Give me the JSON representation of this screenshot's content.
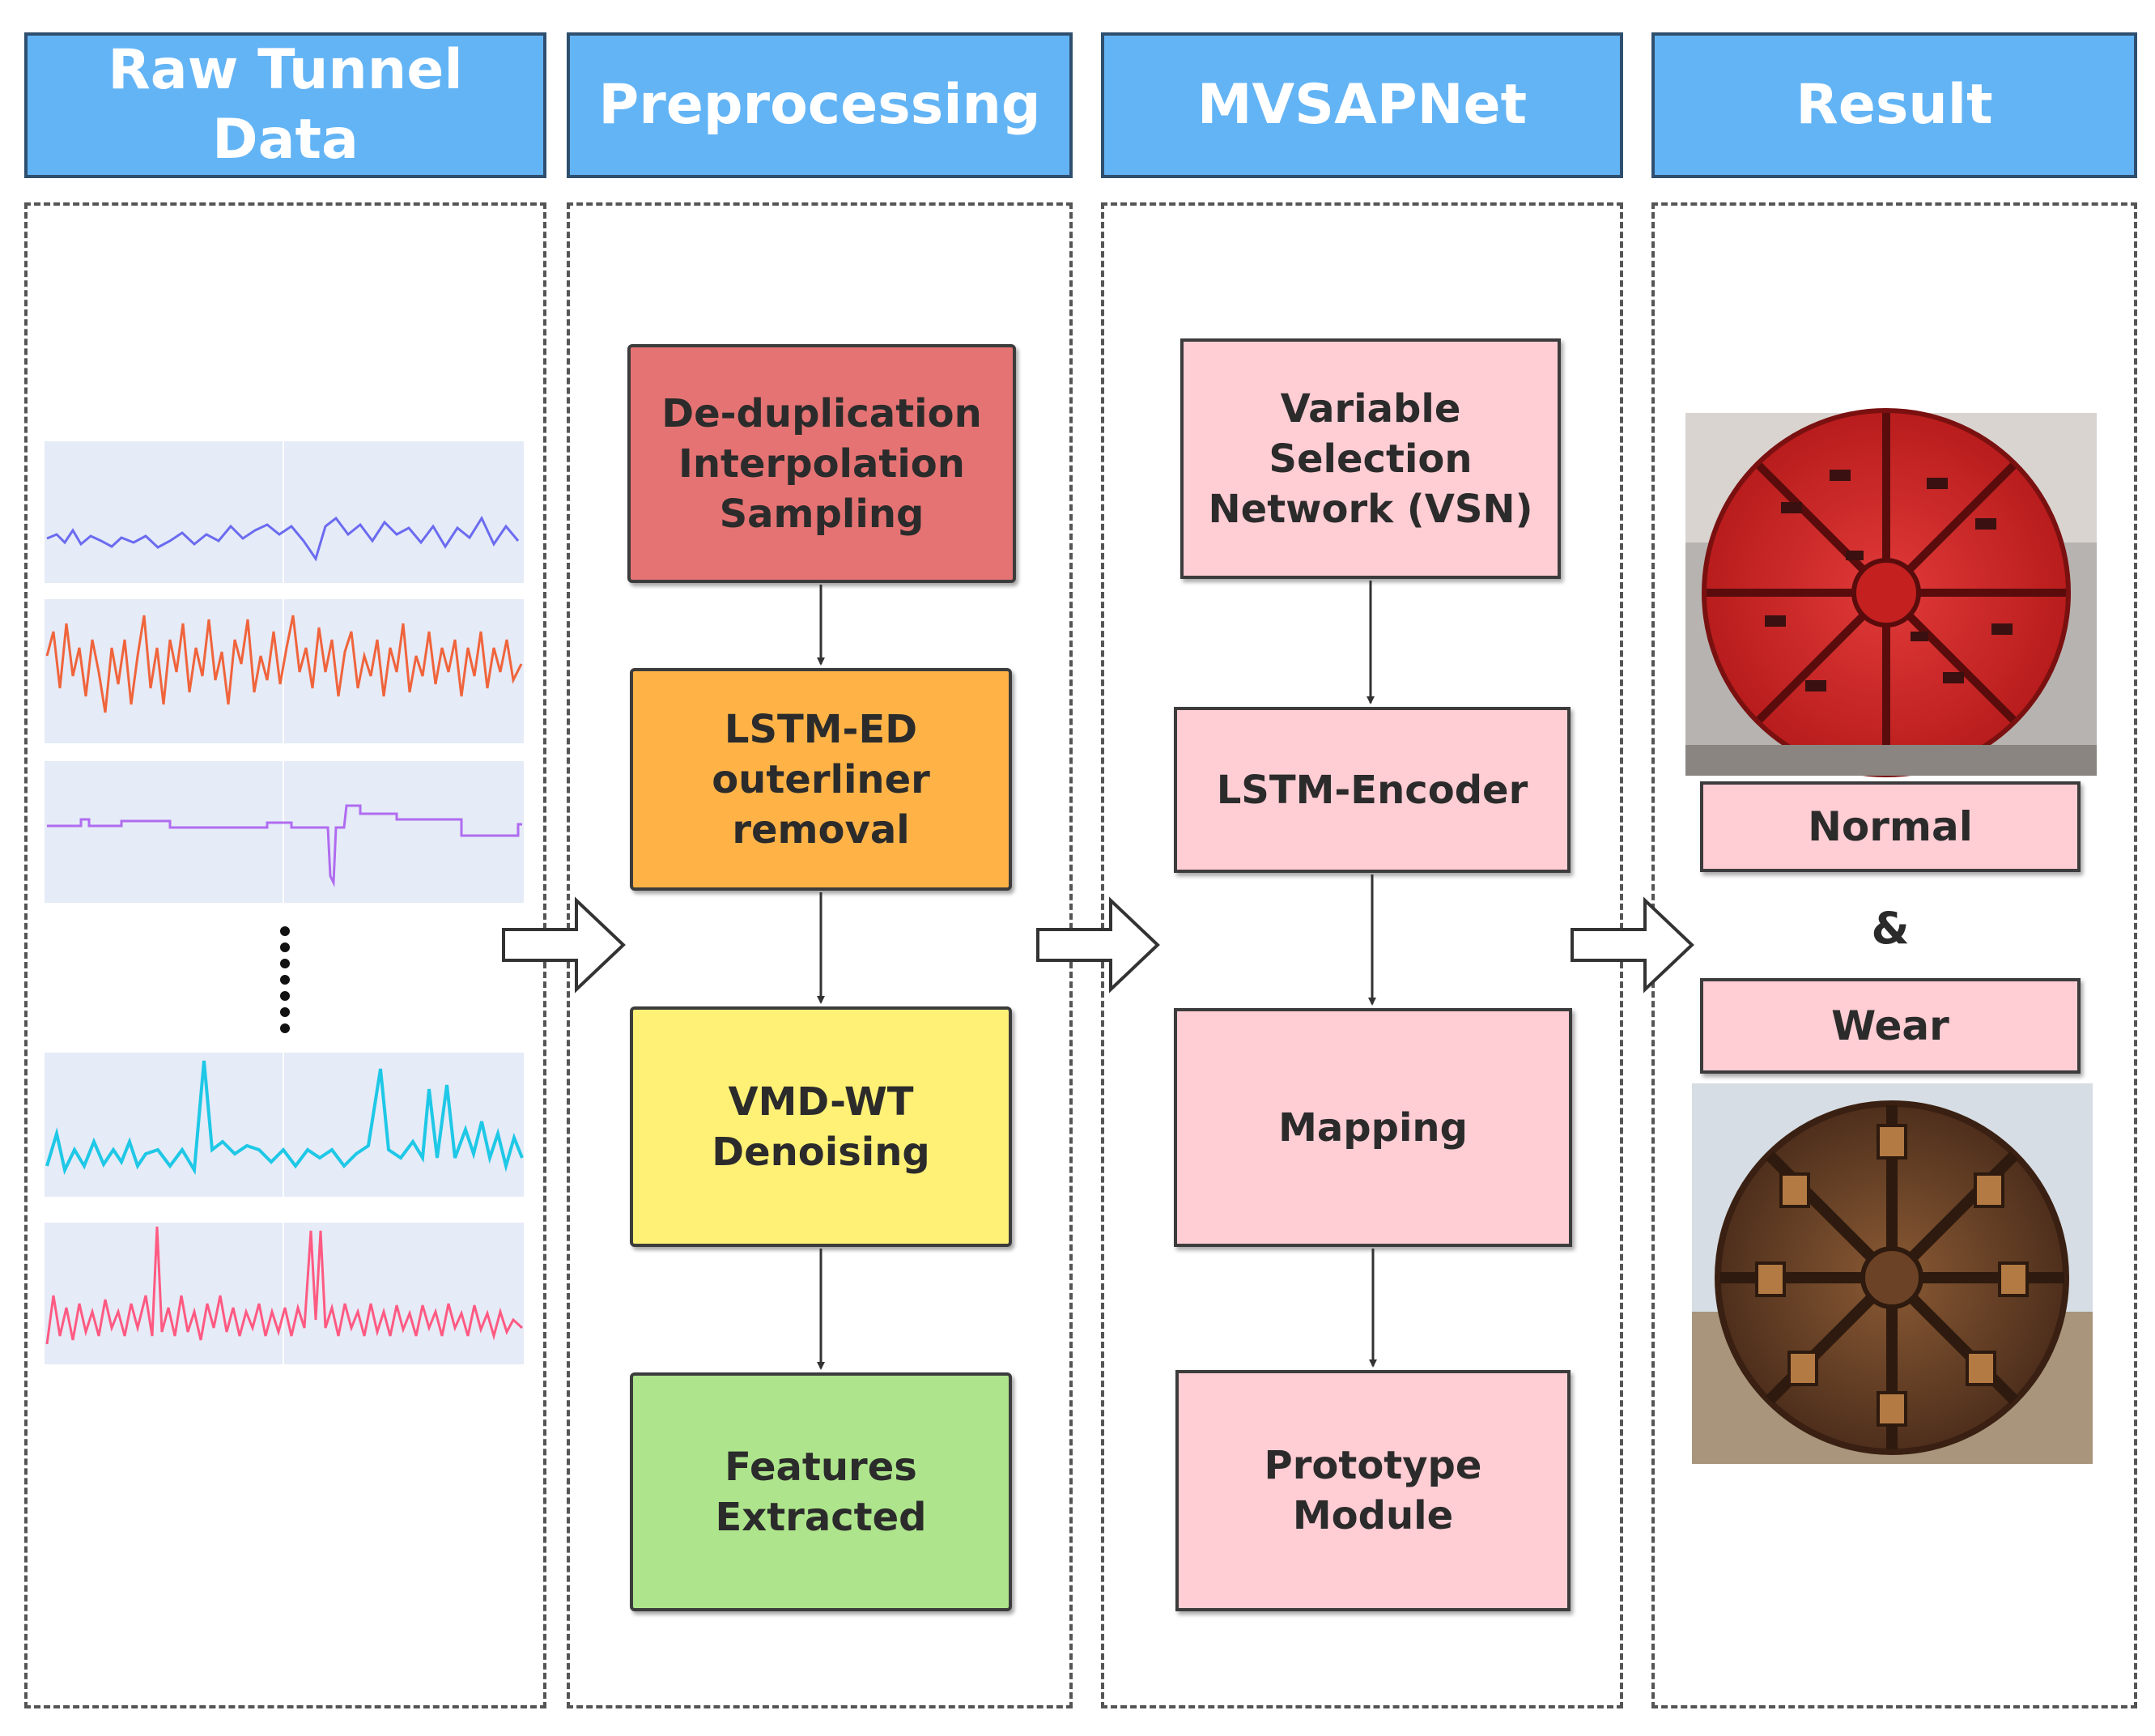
{
  "headers": {
    "raw": "Raw Tunnel\nData",
    "pre": "Preprocessing",
    "net": "MVSAPNet",
    "res": "Result"
  },
  "preprocessing": {
    "step1": "De-duplication\nInterpolation\nSampling",
    "step2": "LSTM-ED\nouterliner\nremoval",
    "step3": "VMD-WT\nDenoising",
    "step4": "Features\nExtracted"
  },
  "mvsapnet": {
    "step1": "Variable\nSelection\nNetwork (VSN)",
    "step2": "LSTM-Encoder",
    "step3": "Mapping",
    "step4": "Prototype\nModule"
  },
  "result": {
    "normal": "Normal",
    "amp": "&",
    "wear": "Wear"
  },
  "colors": {
    "header": "#63b4f5",
    "step_red": "#e57373",
    "step_orange": "#ffb347",
    "step_yellow": "#fff176",
    "step_green": "#aee58c",
    "pink": "#ffcdd4",
    "series": [
      "#6b6bf0",
      "#f0643c",
      "#b06cf0",
      "#1ec8e6",
      "#ff5a82"
    ]
  },
  "images": [
    "tbm-cutterhead-normal-photo",
    "tbm-cutterhead-wear-photo"
  ]
}
